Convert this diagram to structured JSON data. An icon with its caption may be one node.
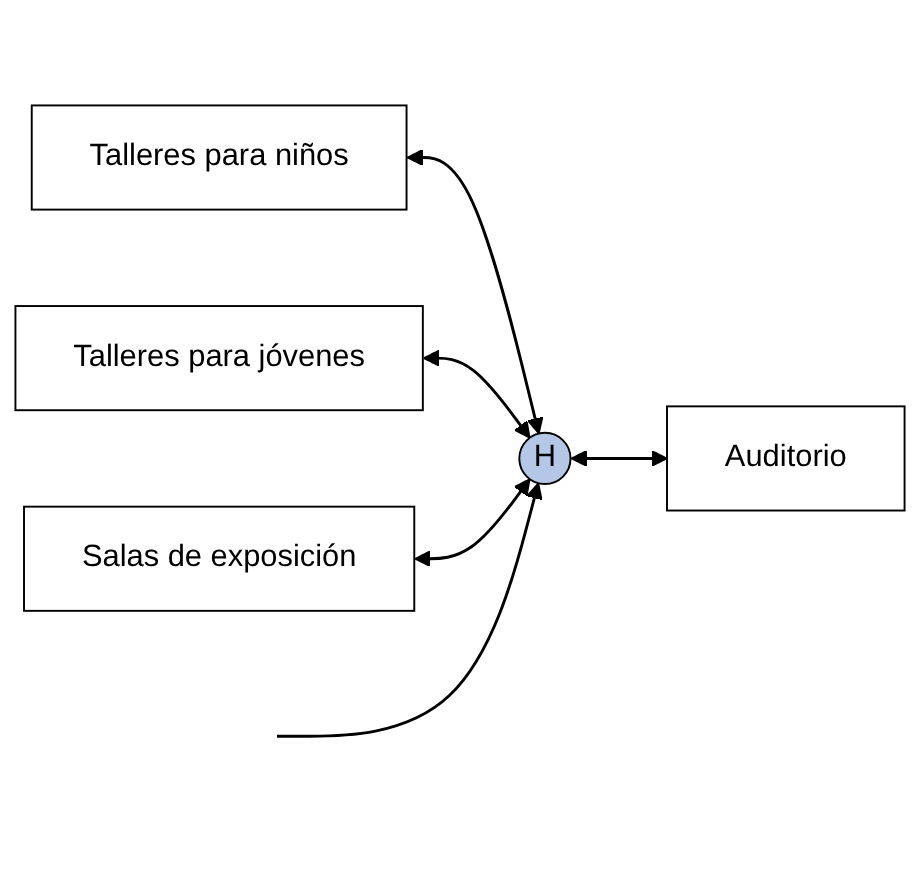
{
  "diagram": {
    "nodes": [
      {
        "text": [
          "Talleres para niños"
        ]
      },
      {
        "text": [
          "Talleres para jóvenes"
        ]
      },
      {
        "text": [
          "H"
        ]
      },
      {
        "text": [
          "Salas de exposición"
        ]
      },
      {
        "text": [
          "Auditorio"
        ]
      }
    ],
    "edges": [
      {
        "from": 0,
        "to": 2,
        "arrow": "both"
      },
      {
        "from": 1,
        "to": 2,
        "arrow": "both"
      },
      {
        "from": 3,
        "to": 2,
        "arrow": "both"
      },
      {
        "from": 2,
        "to": 4,
        "arrow": "both"
      },
      {
        "from": null,
        "to": 2,
        "arrow": "to"
      }
    ]
  }
}
